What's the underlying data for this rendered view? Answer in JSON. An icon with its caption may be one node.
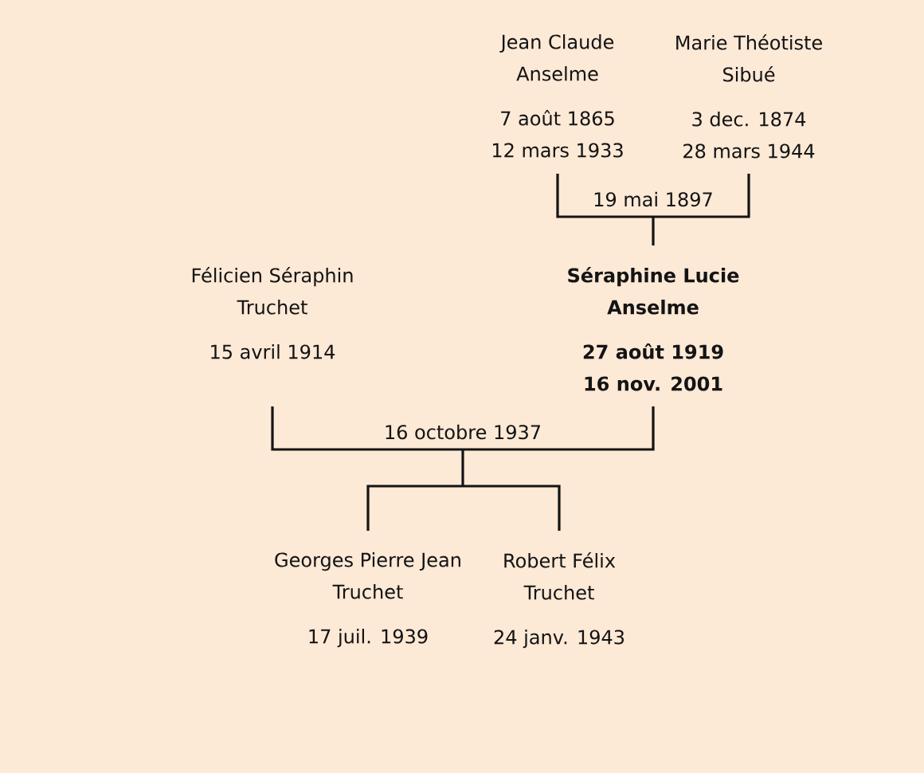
{
  "diagram": {
    "nodes": [
      {
        "text": [
          "Jean Claude Anselme",
          "7 août 1865",
          "12 mars 1933"
        ]
      },
      {
        "text": [
          "Marie Théotiste Sibué",
          "3 dec. 1874",
          "28 mars 1944"
        ]
      },
      {
        "text": [
          "Félicien Séraphin Truchet",
          "15 avril 1914"
        ]
      },
      {
        "text": [
          "Séraphine Lucie Anselme",
          "27 août 1919",
          "16 nov. 2001"
        ]
      },
      {
        "text": [
          "Georges Pierre Jean Truchet",
          "17 juil. 1939"
        ]
      },
      {
        "text": [
          "Robert Félix Truchet",
          "24 janv. 1943"
        ]
      }
    ],
    "edges": [
      {
        "from": 0,
        "to": 3,
        "arrow": "none",
        "label": "19 mai 1897"
      },
      {
        "from": 1,
        "to": 3,
        "arrow": "none"
      },
      {
        "from": 2,
        "to": 4,
        "arrow": "none",
        "label": "16 octobre 1937"
      },
      {
        "from": 2,
        "to": 5,
        "arrow": "none"
      },
      {
        "from": 3,
        "to": 4,
        "arrow": "none"
      },
      {
        "from": 3,
        "to": 5,
        "arrow": "none"
      }
    ]
  }
}
